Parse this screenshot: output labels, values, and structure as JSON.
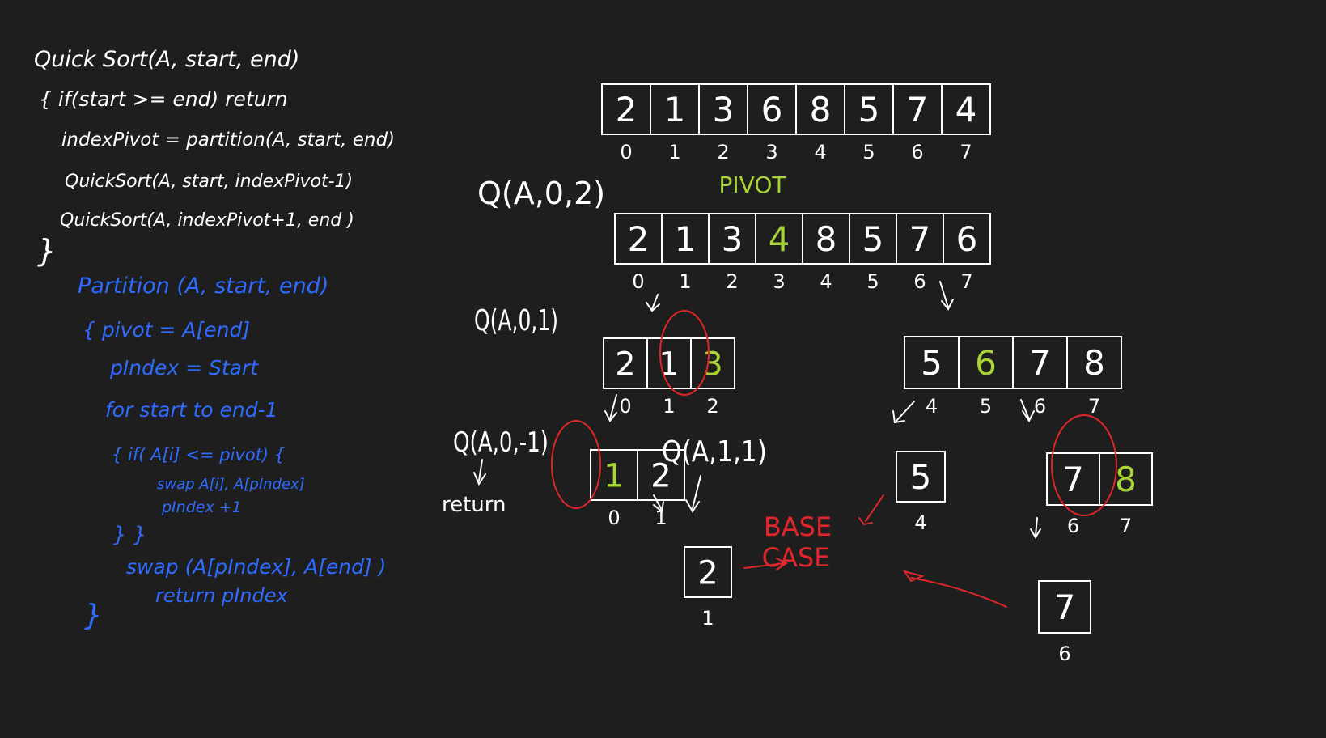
{
  "colors": {
    "background": "#1e1e1e",
    "chalk_white": "#ffffff",
    "pivot_green": "#a8d435",
    "partition_blue": "#2f6bff",
    "annotation_red": "#e0262b"
  },
  "quicksort_code": {
    "signature": "Quick Sort(A, start, end)",
    "line_if": "{ if(start >= end) return",
    "line_index_pivot": "indexPivot =   partition(A, start, end)",
    "line_recurse_left": "QuickSort(A, start, indexPivot-1)",
    "line_recurse_right": "QuickSort(A, indexPivot+1, end )",
    "close_brace": "}"
  },
  "partition_code": {
    "signature": "Partition (A, start, end)",
    "line_pivot": "{ pivot = A[end]",
    "line_pindex": "pIndex  = Start",
    "line_for": "for start  to end-1",
    "line_if": "{ if( A[i] <= pivot) {",
    "line_swap": "swap A[i], A[pIndex]",
    "line_increment": "pIndex +1",
    "line_close_braces": "}  }",
    "line_final_swap": "swap (A[pIndex], A[end] )",
    "line_return": "return  pIndex",
    "close_brace": "}"
  },
  "labels": {
    "pivot": "PIVOT",
    "base_case": [
      "BASE",
      "CASE"
    ],
    "return_word": "return",
    "call_root": "Q(A,0,2)",
    "call_left": "Q(A,0,1)",
    "call_left_left": "Q(A,0,-1)",
    "call_left_right": "Q(A,1,1)"
  },
  "arrays": {
    "initial": {
      "values": [
        "2",
        "1",
        "3",
        "6",
        "8",
        "5",
        "7",
        "4"
      ],
      "indices": [
        "0",
        "1",
        "2",
        "3",
        "4",
        "5",
        "6",
        "7"
      ]
    },
    "after_partition": {
      "values": [
        "2",
        "1",
        "3",
        "4",
        "8",
        "5",
        "7",
        "6"
      ],
      "indices": [
        "0",
        "1",
        "2",
        "3",
        "4",
        "5",
        "6",
        "7"
      ],
      "pivot_index": 3
    },
    "left": {
      "values": [
        "2",
        "1",
        "3"
      ],
      "indices": [
        "0",
        "1",
        "2"
      ],
      "pivot_index": 2
    },
    "right": {
      "values": [
        "5",
        "6",
        "7",
        "8"
      ],
      "indices": [
        "4",
        "5",
        "6",
        "7"
      ],
      "pivot_index": 1
    },
    "left_left": {
      "values": [
        "1",
        "2"
      ],
      "indices": [
        "0",
        "1"
      ],
      "pivot_index": 0
    },
    "single_2": {
      "values": [
        "2"
      ],
      "indices": [
        "1"
      ]
    },
    "single_5": {
      "values": [
        "5"
      ],
      "indices": [
        "4"
      ]
    },
    "right_right": {
      "values": [
        "7",
        "8"
      ],
      "indices": [
        "6",
        "7"
      ],
      "pivot_index": 1
    },
    "single_7": {
      "values": [
        "7"
      ],
      "indices": [
        "6"
      ]
    }
  }
}
